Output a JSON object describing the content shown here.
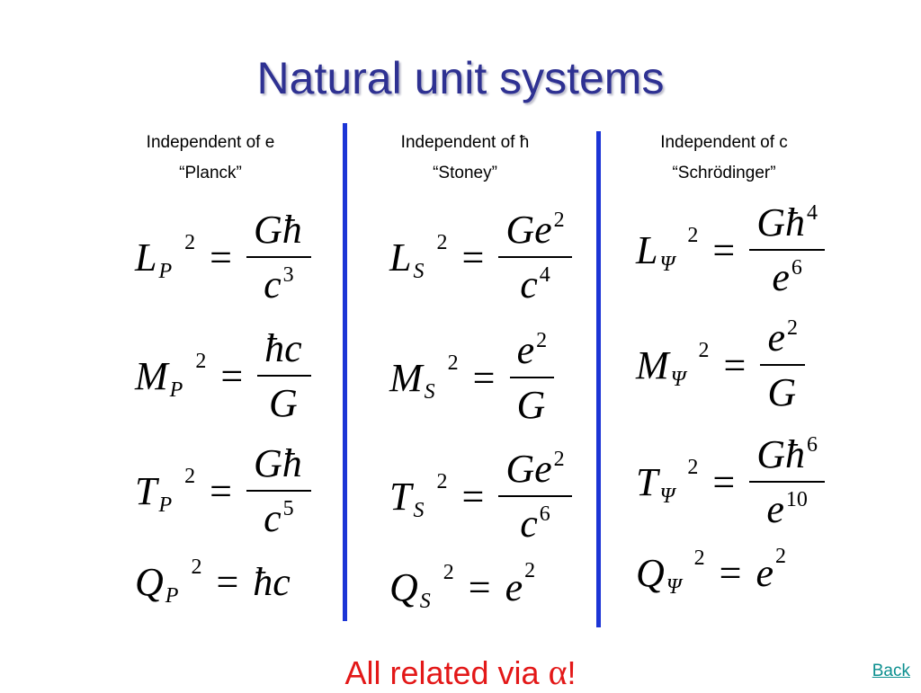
{
  "title": "Natural unit systems",
  "columns": [
    {
      "heading": "Independent of e",
      "name": "“Planck”",
      "sub": "P",
      "equations": [
        {
          "lhs": "L",
          "exp": "2",
          "num_base": "Għ",
          "num_exp": "",
          "den_base": "c",
          "den_exp": "3"
        },
        {
          "lhs": "M",
          "exp": "2",
          "num_base": "ħc",
          "num_exp": "",
          "den_base": "G",
          "den_exp": ""
        },
        {
          "lhs": "T",
          "exp": "2",
          "num_base": "Għ",
          "num_exp": "",
          "den_base": "c",
          "den_exp": "5"
        },
        {
          "lhs": "Q",
          "exp": "2",
          "rhs_base": "ħc",
          "rhs_exp": ""
        }
      ]
    },
    {
      "heading": "Independent of ħ",
      "name": "“Stoney”",
      "sub": "S",
      "equations": [
        {
          "lhs": "L",
          "exp": "2",
          "num_base": "Ge",
          "num_exp": "2",
          "den_base": "c",
          "den_exp": "4"
        },
        {
          "lhs": "M",
          "exp": "2",
          "num_base": "e",
          "num_exp": "2",
          "den_base": "G",
          "den_exp": ""
        },
        {
          "lhs": "T",
          "exp": "2",
          "num_base": "Ge",
          "num_exp": "2",
          "den_base": "c",
          "den_exp": "6"
        },
        {
          "lhs": "Q",
          "exp": "2",
          "rhs_base": "e",
          "rhs_exp": "2"
        }
      ]
    },
    {
      "heading": "Independent of c",
      "name": "“Schrödinger”",
      "sub": "Ψ",
      "equations": [
        {
          "lhs": "L",
          "exp": "2",
          "num_base": "Għ",
          "num_exp": "4",
          "den_base": "e",
          "den_exp": "6"
        },
        {
          "lhs": "M",
          "exp": "2",
          "num_base": "e",
          "num_exp": "2",
          "den_base": "G",
          "den_exp": ""
        },
        {
          "lhs": "T",
          "exp": "2",
          "num_base": "Għ",
          "num_exp": "6",
          "den_base": "e",
          "den_exp": "10"
        },
        {
          "lhs": "Q",
          "exp": "2",
          "rhs_base": "e",
          "rhs_exp": "2"
        }
      ]
    }
  ],
  "equals": "=",
  "footer": {
    "text": "All related via ",
    "symbol": "α",
    "end": "!"
  },
  "back_link": "Back",
  "colors": {
    "title": "#2e3192",
    "divider": "#1c35d6",
    "footer": "#e31818",
    "link": "#0b8f8f"
  }
}
